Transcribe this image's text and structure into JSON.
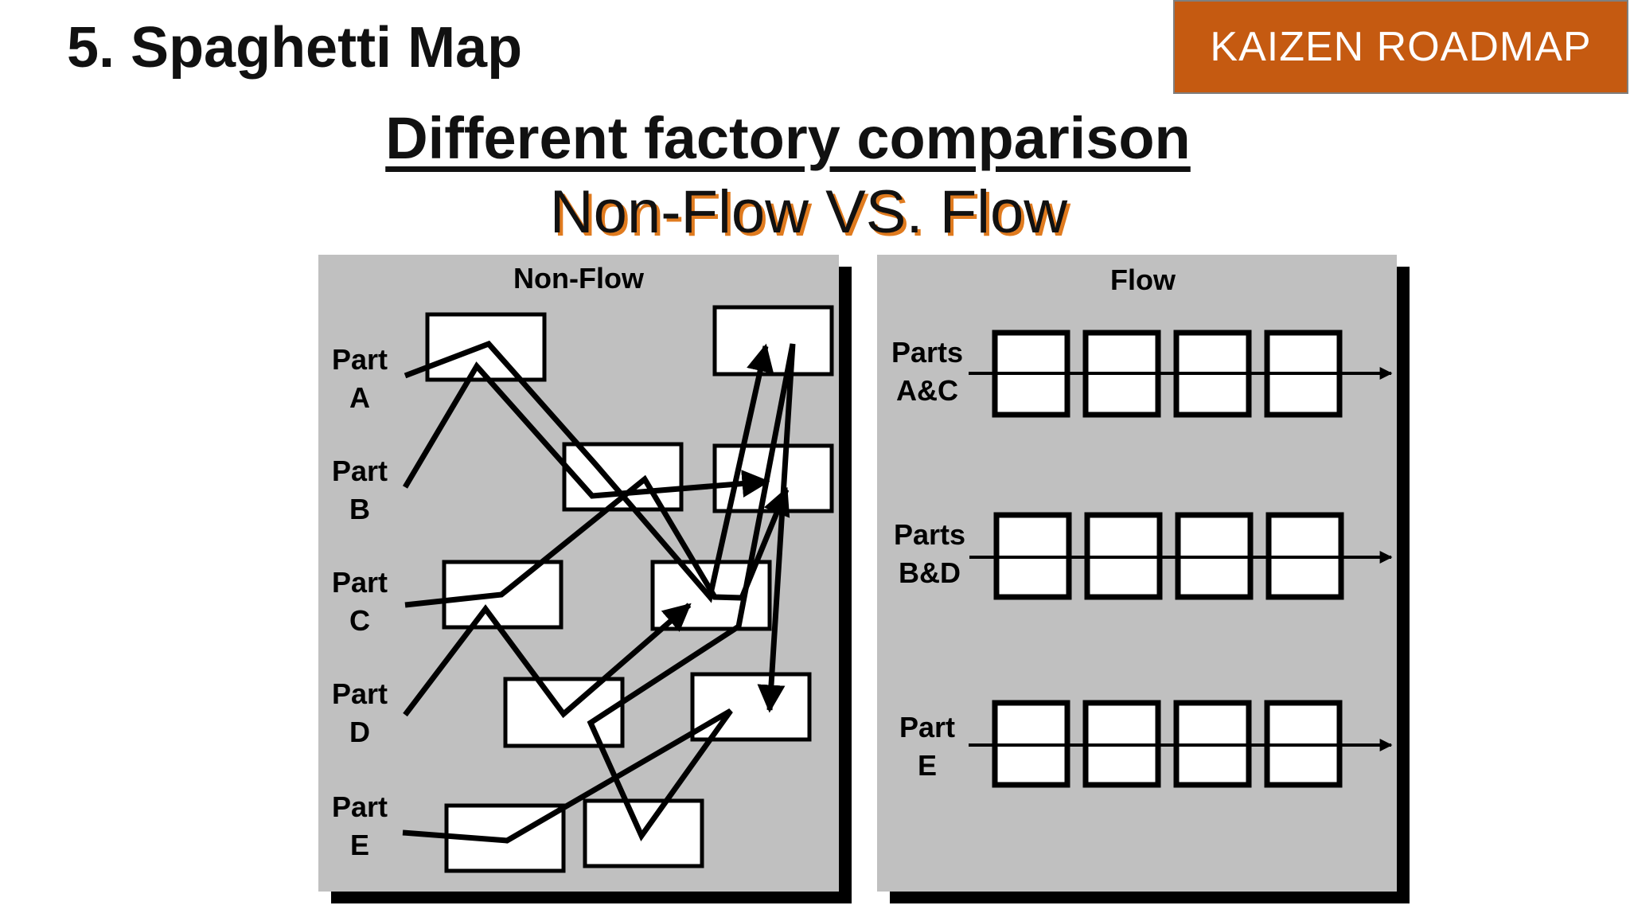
{
  "header": {
    "title": "5. Spaghetti Map",
    "badge": "KAIZEN ROADMAP",
    "subtitle": "Different factory comparison",
    "versus": "Non-Flow  VS.  Flow"
  },
  "nonflow": {
    "title": "Non-Flow",
    "parts": [
      {
        "line1": "Part",
        "line2": "A"
      },
      {
        "line1": "Part",
        "line2": "B"
      },
      {
        "line1": "Part",
        "line2": "C"
      },
      {
        "line1": "Part",
        "line2": "D"
      },
      {
        "line1": "Part",
        "line2": "E"
      }
    ]
  },
  "flow": {
    "title": "Flow",
    "rows": [
      {
        "line1": "Parts",
        "line2": "A&C"
      },
      {
        "line1": "Parts",
        "line2": "B&D"
      },
      {
        "line1": "Part",
        "line2": "E"
      }
    ]
  },
  "colors": {
    "panel": "#c0c0c0",
    "badge": "#c55a11",
    "shadow": "#e07b1f"
  }
}
